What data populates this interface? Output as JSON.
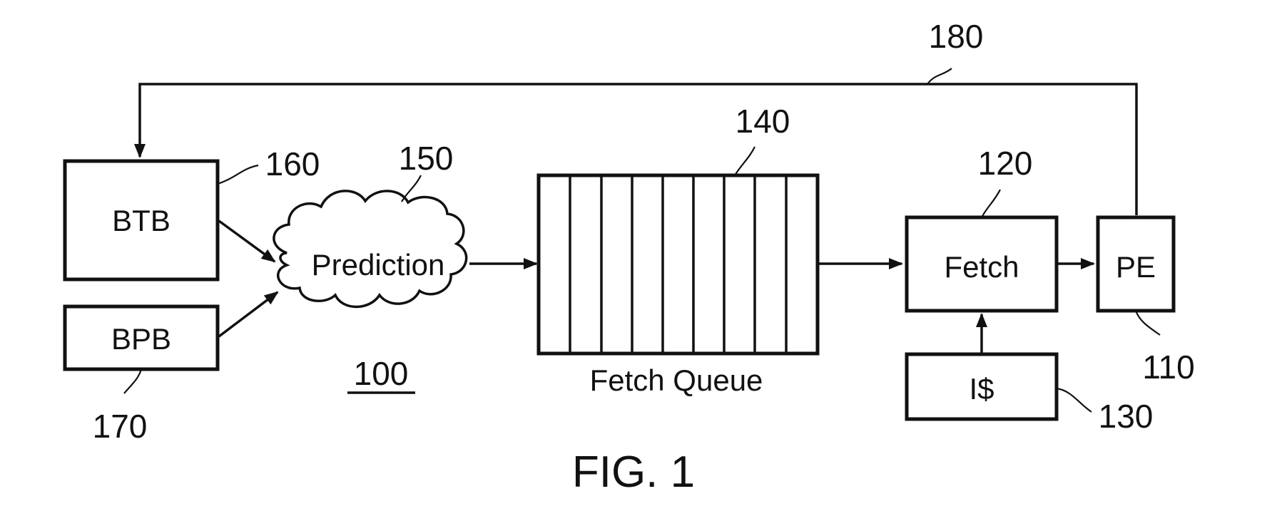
{
  "figure": {
    "caption": "FIG. 1",
    "system_ref": "100"
  },
  "blocks": {
    "btb": {
      "label": "BTB",
      "ref": "160"
    },
    "bpb": {
      "label": "BPB",
      "ref": "170"
    },
    "prediction": {
      "label": "Prediction",
      "ref": "150"
    },
    "fetch_queue": {
      "label": "Fetch Queue",
      "ref": "140",
      "slots": 9
    },
    "fetch": {
      "label": "Fetch",
      "ref": "120"
    },
    "icache": {
      "label": "I$",
      "ref": "130"
    },
    "pe": {
      "label": "PE",
      "ref": "110"
    }
  },
  "feedback_path": {
    "ref": "180"
  }
}
